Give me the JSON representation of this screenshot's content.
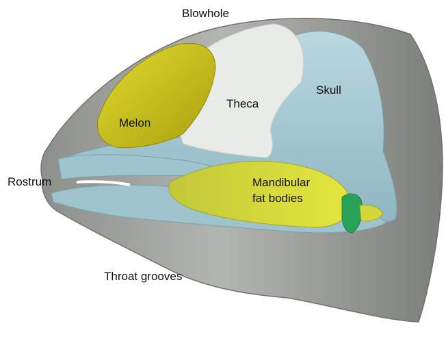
{
  "figure": {
    "labels": {
      "blowhole": "Blowhole",
      "skull": "Skull",
      "theca": "Theca",
      "melon": "Melon",
      "rostrum": "Rostrum",
      "mandibular_line1": "Mandibular",
      "mandibular_line2": "fat bodies",
      "throat_grooves": "Throat grooves"
    },
    "colors": {
      "skin": "#a8aaa6",
      "skull": "#a9ccd6",
      "theca": "#e7ebe6",
      "melon": "#c9c21a",
      "mandibular_fat": "#cfd434",
      "fat_tip": "#2aa35a"
    }
  }
}
